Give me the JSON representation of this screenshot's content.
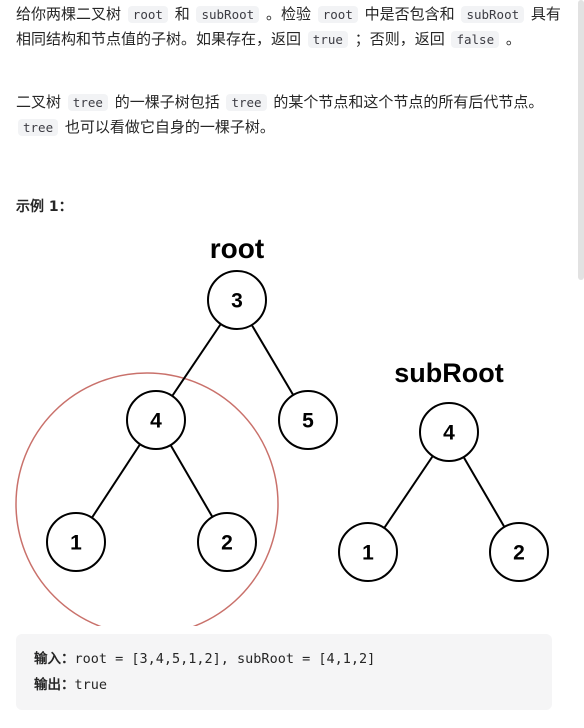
{
  "problem": {
    "p1_a": "给你两棵二叉树",
    "code_root": "root",
    "p1_b": "和",
    "code_subroot": "subRoot",
    "p1_c": "。检验",
    "code_root2": "root",
    "p1_d": "中是否包含和",
    "code_subroot2": "subRoot",
    "p1_e": "具有相同结构和节点值的子树。如果存在，返回",
    "code_true": "true",
    "p1_f": "；否则，返回",
    "code_false": "false",
    "p1_g": "。",
    "p2_a": "二叉树",
    "code_tree": "tree",
    "p2_b": "的一棵子树包括",
    "code_tree2": "tree",
    "p2_c": "的某个节点和这个节点的所有后代节点。",
    "code_tree3": "tree",
    "p2_d": "也可以看做它自身的一棵子树。"
  },
  "example": {
    "title": "示例 1：",
    "input_label": "输入：",
    "input_value": "root = [3,4,5,1,2], subRoot = [4,1,2]",
    "output_label": "输出：",
    "output_value": "true"
  },
  "diagram": {
    "root_label": "root",
    "subroot_label": "subRoot",
    "root_tree": {
      "n3": "3",
      "n4": "4",
      "n5": "5",
      "n1": "1",
      "n2": "2"
    },
    "sub_tree": {
      "n4": "4",
      "n1": "1",
      "n2": "2"
    },
    "highlight_color": "#c9716b"
  }
}
